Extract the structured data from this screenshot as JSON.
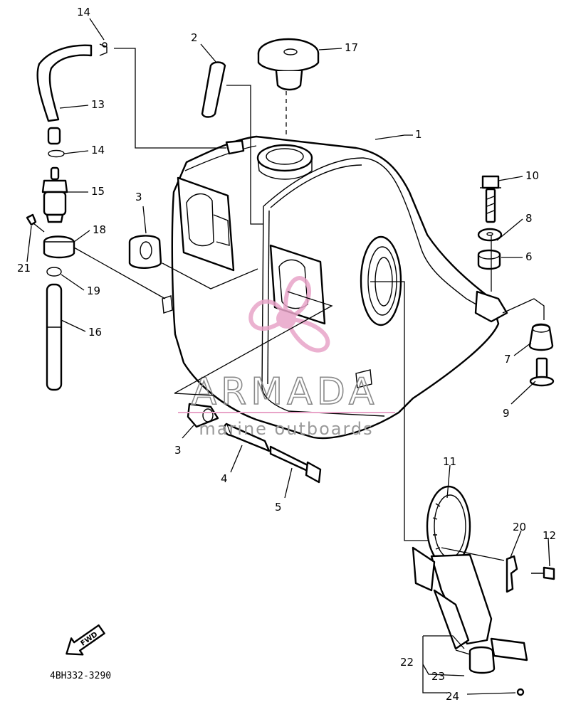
{
  "callouts": [
    {
      "id": "1",
      "text": "1"
    },
    {
      "id": "2",
      "text": "2"
    },
    {
      "id": "3a",
      "text": "3"
    },
    {
      "id": "3b",
      "text": "3"
    },
    {
      "id": "4",
      "text": "4"
    },
    {
      "id": "5",
      "text": "5"
    },
    {
      "id": "6",
      "text": "6"
    },
    {
      "id": "7",
      "text": "7"
    },
    {
      "id": "8",
      "text": "8"
    },
    {
      "id": "9",
      "text": "9"
    },
    {
      "id": "10",
      "text": "10"
    },
    {
      "id": "11",
      "text": "11"
    },
    {
      "id": "12",
      "text": "12"
    },
    {
      "id": "13",
      "text": "13"
    },
    {
      "id": "14a",
      "text": "14"
    },
    {
      "id": "14b",
      "text": "14"
    },
    {
      "id": "15",
      "text": "15"
    },
    {
      "id": "16",
      "text": "16"
    },
    {
      "id": "17",
      "text": "17"
    },
    {
      "id": "18",
      "text": "18"
    },
    {
      "id": "19",
      "text": "19"
    },
    {
      "id": "20",
      "text": "20"
    },
    {
      "id": "21",
      "text": "21"
    },
    {
      "id": "22",
      "text": "22"
    },
    {
      "id": "23",
      "text": "23"
    },
    {
      "id": "24",
      "text": "24"
    }
  ],
  "diagram_code": "4BH332-3290",
  "fwd_arrow_text": "FWD",
  "watermark": {
    "title": "ARMADA",
    "subtitle": "marine outboards",
    "logo_color": "#e8a4c8"
  }
}
